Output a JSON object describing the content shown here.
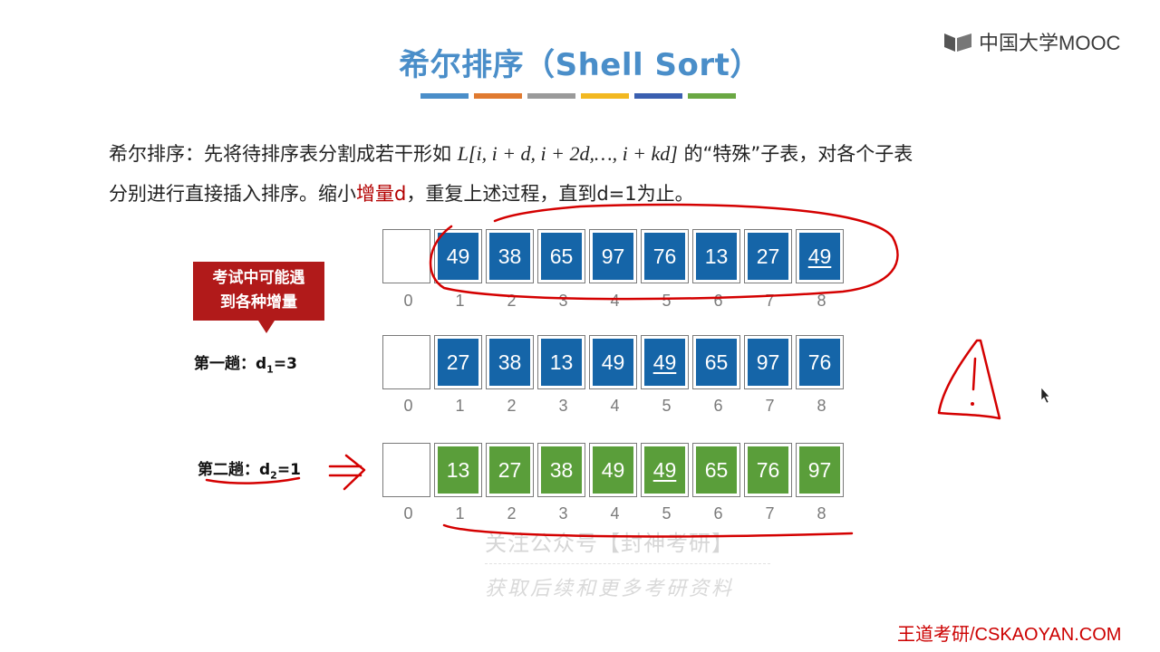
{
  "title": "希尔排序（Shell Sort）",
  "title_bar_colors": [
    "#4a8ec9",
    "#e07a30",
    "#9a9a9a",
    "#f2b821",
    "#3a5fb0",
    "#6aa843"
  ],
  "logo": {
    "text": "中国大学MOOC",
    "icon": "mooc-logo-icon"
  },
  "paragraph": {
    "line1_prefix": "希尔排序：先将待排序表分割成若干形如 ",
    "line1_math": "L[i, i + d, i + 2d,…, i + kd]",
    "line1_suffix": " 的“特殊”子表，对各个子表",
    "line2_prefix": "分别进行直接插入排序。缩小",
    "line2_highlight": "增量d",
    "line2_suffix": "，重复上述过程，直到d=1为止。"
  },
  "callout": {
    "line1": "考试中可能遇",
    "line2": "到各种增量"
  },
  "indices": [
    "0",
    "1",
    "2",
    "3",
    "4",
    "5",
    "6",
    "7",
    "8"
  ],
  "arrays": [
    {
      "label": "",
      "color": "blue",
      "values": [
        {
          "v": "49",
          "u": false
        },
        {
          "v": "38",
          "u": false
        },
        {
          "v": "65",
          "u": false
        },
        {
          "v": "97",
          "u": false
        },
        {
          "v": "76",
          "u": false
        },
        {
          "v": "13",
          "u": false
        },
        {
          "v": "27",
          "u": false
        },
        {
          "v": "49",
          "u": true
        }
      ]
    },
    {
      "label_prefix": "第一趟：d",
      "label_sub": "1",
      "label_suffix": "=3",
      "color": "blue",
      "values": [
        {
          "v": "27",
          "u": false
        },
        {
          "v": "38",
          "u": false
        },
        {
          "v": "13",
          "u": false
        },
        {
          "v": "49",
          "u": false
        },
        {
          "v": "49",
          "u": true
        },
        {
          "v": "65",
          "u": false
        },
        {
          "v": "97",
          "u": false
        },
        {
          "v": "76",
          "u": false
        }
      ]
    },
    {
      "label_prefix": "第二趟：d",
      "label_sub": "2",
      "label_suffix": "=1",
      "color": "green",
      "values": [
        {
          "v": "13",
          "u": false
        },
        {
          "v": "27",
          "u": false
        },
        {
          "v": "38",
          "u": false
        },
        {
          "v": "49",
          "u": false
        },
        {
          "v": "49",
          "u": true
        },
        {
          "v": "65",
          "u": false
        },
        {
          "v": "76",
          "u": false
        },
        {
          "v": "97",
          "u": false
        }
      ]
    }
  ],
  "watermark": {
    "line1": "关注公众号【封神考研】",
    "line2": "获取后续和更多考研资料"
  },
  "footer": "王道考研/CSKAOYAN.COM",
  "colors": {
    "blue": "#1565a8",
    "green": "#5a9e3a",
    "accent_red": "#b11a1a",
    "title": "#4a8ec9",
    "ink": "#d40000"
  }
}
